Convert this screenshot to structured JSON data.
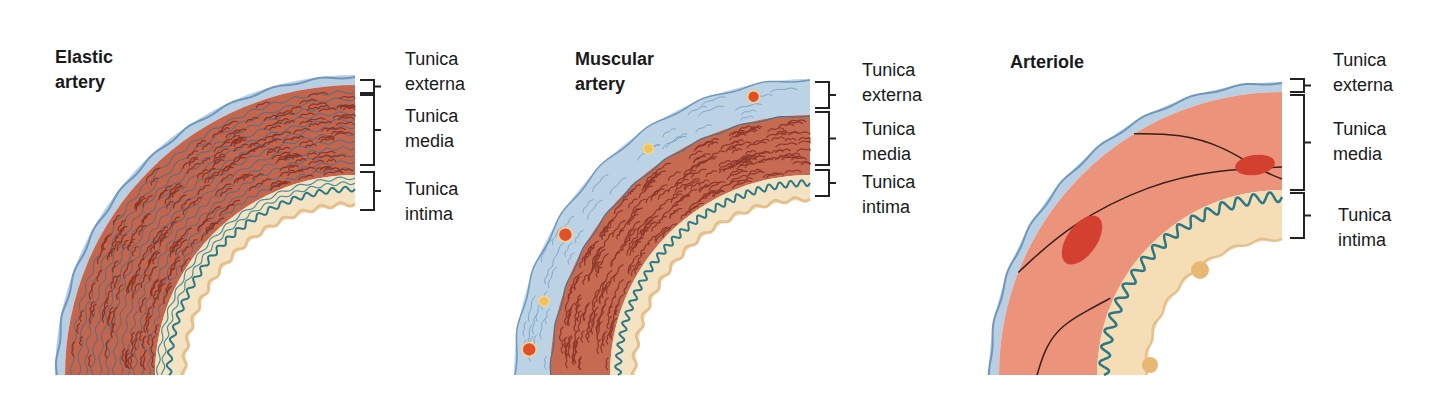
{
  "diagram": {
    "labels": [
      "Elastic artery",
      "Tunica externa",
      "Tunica media",
      "Tunica intima",
      "Muscular artery",
      "Tunica externa",
      "Tunica media",
      "Tunica intima",
      "Arteriole",
      "Tunica externa",
      "Tunica media",
      "Tunica intima"
    ]
  }
}
